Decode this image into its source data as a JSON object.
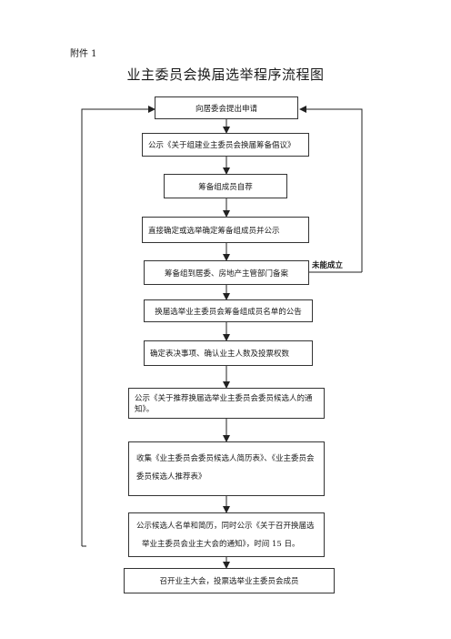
{
  "attachment_label": "附件 1",
  "title": "业主委员会换届选举程序流程图",
  "steps": [
    "向居委会提出申请",
    "公示《关于组建业主委员会换届筹备倡议》",
    "筹备组成员自荐",
    "直接确定或选举确定筹备组成员并公示",
    "筹备组到居委、房地产主管部门备案",
    "换届选举业主委员会筹备组成员名单的公告",
    "确定表决事项、确认业主人数及投票权数",
    "公示《关于推荐换届选举业主委员会委员候选人的通知》。",
    [
      "收集《业主委员会委员候选人简历表》、《业主委员会",
      "委员候选人推荐表》"
    ],
    [
      "公示候选人名单和简历，同时公示《关于召开换届选",
      "举业主委员会业主大会的通知》，时间 15 日。"
    ],
    "召开业主大会，投票选举业主委员会成员"
  ],
  "failure_note": "未能成立"
}
